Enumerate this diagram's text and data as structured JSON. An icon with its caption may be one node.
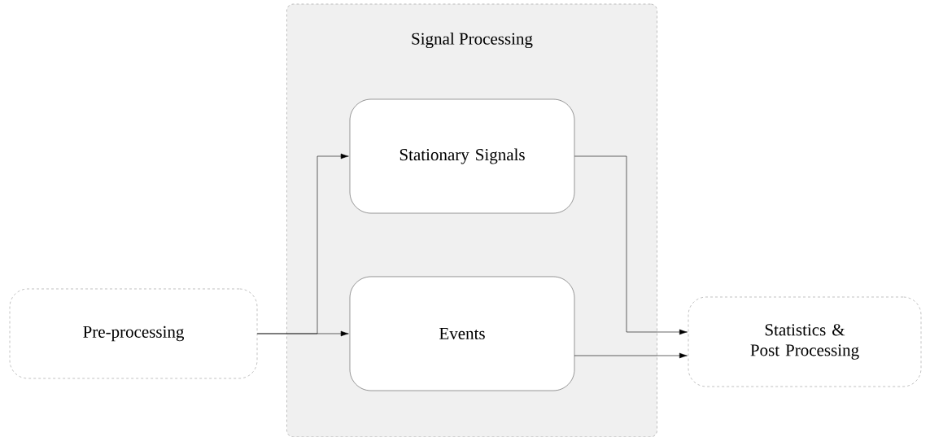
{
  "diagram": {
    "nodes": [
      {
        "text": [
          "Signal Processing"
        ]
      },
      {
        "text": [
          "Stationary Signals"
        ],
        "in": 0
      },
      {
        "text": [
          "Events"
        ],
        "in": 0
      },
      {
        "text": [
          "Pre-processing"
        ]
      },
      {
        "text": [
          "Statistics & Post Processing"
        ]
      }
    ],
    "edges": [
      {
        "from": 3,
        "to": 1,
        "arrow": "to"
      },
      {
        "from": 3,
        "to": 2,
        "arrow": "to"
      },
      {
        "from": 1,
        "to": 4,
        "arrow": "to"
      },
      {
        "from": 2,
        "to": 4,
        "arrow": "to"
      }
    ]
  }
}
